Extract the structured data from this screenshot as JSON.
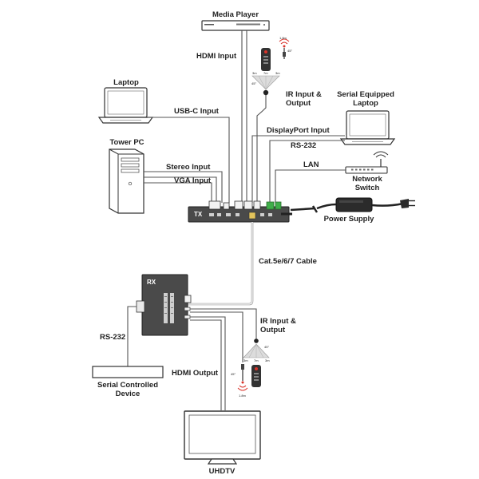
{
  "devices": {
    "media_player": "Media Player",
    "laptop": "Laptop",
    "tower_pc": "Tower PC",
    "serial_laptop_line1": "Serial Equipped",
    "serial_laptop_line2": "Laptop",
    "network_switch_line1": "Network",
    "network_switch_line2": "Switch",
    "power_supply": "Power Supply",
    "serial_device_line1": "Serial Controlled",
    "serial_device_line2": "Device",
    "uhdtv": "UHDTV",
    "tx": "TX",
    "rx": "RX"
  },
  "connections": {
    "hdmi_input": "HDMI Input",
    "ir_tx_line1": "IR Input &",
    "ir_tx_line2": "Output",
    "usbc_input": "USB-C Input",
    "displayport_input": "DisplayPort Input",
    "rs232_tx": "RS-232",
    "lan": "LAN",
    "stereo_input": "Stereo Input",
    "vga_input": "VGA Input",
    "cat_cable": "Cat.5e/6/7 Cable",
    "ir_rx_line1": "IR Input &",
    "ir_rx_line2": "Output",
    "rs232_rx": "RS-232",
    "hdmi_output": "HDMI Output"
  },
  "ir_ranges": {
    "top_far": "1.8m",
    "top_angle": "45°",
    "top_emit_left": "3m",
    "top_emit_mid": "7m",
    "top_emit_right": "3m",
    "top_emit_angle": "45°",
    "bottom_emit_left": "3m",
    "bottom_emit_mid": "7m",
    "bottom_emit_right": "3m",
    "bottom_emit_angle": "45°",
    "bottom_far": "1.8m",
    "bottom_angle": "45°"
  },
  "colors": {
    "unit_body": "#4a4a4a",
    "cable": "#9a9a9a",
    "wire": "#555555",
    "ir_red": "#d9342b",
    "lan_green": "#3fae49"
  }
}
